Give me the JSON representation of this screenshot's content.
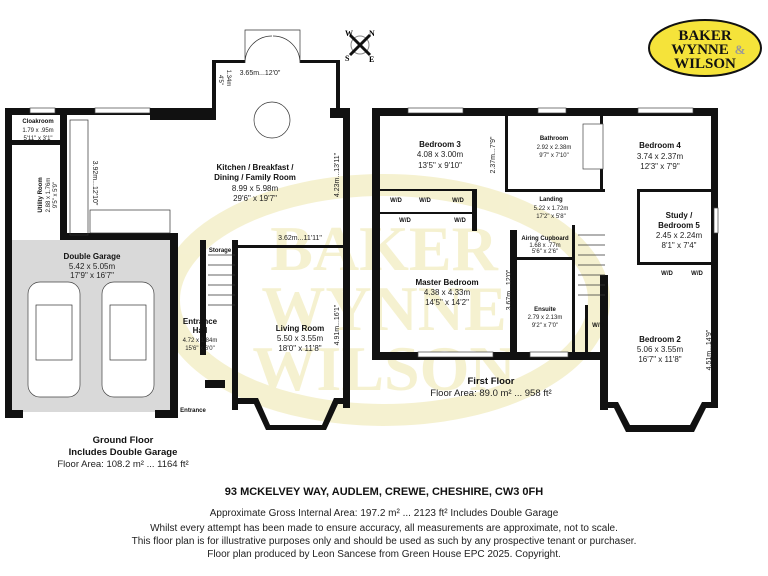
{
  "logo": {
    "line1": "BAKER",
    "line2": "WYNNE",
    "amp": "&",
    "line3": "WILSON",
    "color": "#f5e33a"
  },
  "compass": {
    "w": "W",
    "n": "N",
    "s": "S",
    "e": "E"
  },
  "ground_floor": {
    "title": "Ground Floor",
    "subtitle": "Includes Double Garage",
    "area": "Floor Area: 108.2 m² ... 1164 ft²",
    "rooms": {
      "cloakroom": {
        "name": "Cloakroom",
        "metric": "1.79 x .95m",
        "imperial": "5'11\" x 3'1\""
      },
      "utility": {
        "name": "Utility Room",
        "metric": "2.88 x 1.76m",
        "imperial": "9'5\" x 5'9\""
      },
      "kitchen": {
        "name1": "Kitchen / Breakfast /",
        "name2": "Dining / Family Room",
        "metric": "8.99 x 5.98m",
        "imperial": "29'6\" x 19'7\""
      },
      "garage": {
        "name": "Double Garage",
        "metric": "5.42 x 5.05m",
        "imperial": "17'9\" x 16'7\""
      },
      "hall": {
        "name1": "Entrance",
        "name2": "Hall",
        "metric": "4.72 x 1.84m",
        "imperial": "15'6\" x 6'0\""
      },
      "living": {
        "name": "Living Room",
        "metric": "5.50 x 3.55m",
        "imperial": "18'0\" x 11'8\""
      },
      "storage": {
        "name": "Storage"
      },
      "entrance": {
        "name": "Entrance"
      }
    },
    "dimensions": {
      "kitchen_depth": "3.92m...12'10\"",
      "kitchen_right": "4.23m...13'11\"",
      "bay_width": "3.65m...12'0\"",
      "bay_depth_m": "1.34m",
      "bay_depth_ft": "4'5\"",
      "living_width": "3.62m...11'11\"",
      "living_depth": "4.91m...16'1\""
    }
  },
  "first_floor": {
    "title": "First Floor",
    "area": "Floor Area: 89.0 m² ... 958 ft²",
    "rooms": {
      "bed3": {
        "name": "Bedroom 3",
        "metric": "4.08 x 3.00m",
        "imperial": "13'5\" x 9'10\""
      },
      "bath": {
        "name": "Bathroom",
        "metric": "2.92 x 2.38m",
        "imperial": "9'7\" x 7'10\""
      },
      "bed4": {
        "name": "Bedroom 4",
        "metric": "3.74 x 2.37m",
        "imperial": "12'3\" x 7'9\""
      },
      "landing": {
        "name": "Landing",
        "metric": "5.22 x 1.72m",
        "imperial": "17'2\" x 5'8\""
      },
      "study": {
        "name1": "Study /",
        "name2": "Bedroom 5",
        "metric": "2.45 x 2.24m",
        "imperial": "8'1\" x 7'4\""
      },
      "airing": {
        "name": "Airing Cupboard",
        "metric": "1.68 x .77m",
        "imperial": "5'6\" x 2'6\""
      },
      "master": {
        "name": "Master Bedroom",
        "metric": "4.38 x 4.33m",
        "imperial": "14'5\" x 14'2\""
      },
      "ensuite": {
        "name": "Ensuite",
        "metric": "2.79 x 2.13m",
        "imperial": "9'2\" x 7'0\""
      },
      "bed2": {
        "name": "Bedroom 2",
        "metric": "5.06 x 3.55m",
        "imperial": "16'7\" x 11'8\""
      }
    },
    "wardrobe_label": "W/D",
    "dimensions": {
      "bed3_depth": "2.37m...7'9\"",
      "master_depth": "3.67m...12'0\"",
      "bed2_depth": "4.51m...14'9\""
    }
  },
  "footer": {
    "address": "93 MCKELVEY WAY, AUDLEM, CREWE, CHESHIRE, CW3 0FH",
    "gross_area": "Approximate Gross Internal Area: 197.2 m² ... 2123 ft² Includes Double Garage",
    "disclaimer1": "Whilst every attempt has been made to ensure accuracy, all measurements are approximate, not to scale.",
    "disclaimer2": "This floor plan is for illustrative purposes only and should be used as such by any prospective tenant or purchaser.",
    "disclaimer3": "Floor plan produced by Leon Sancese from Green House EPC 2025. Copyright."
  }
}
